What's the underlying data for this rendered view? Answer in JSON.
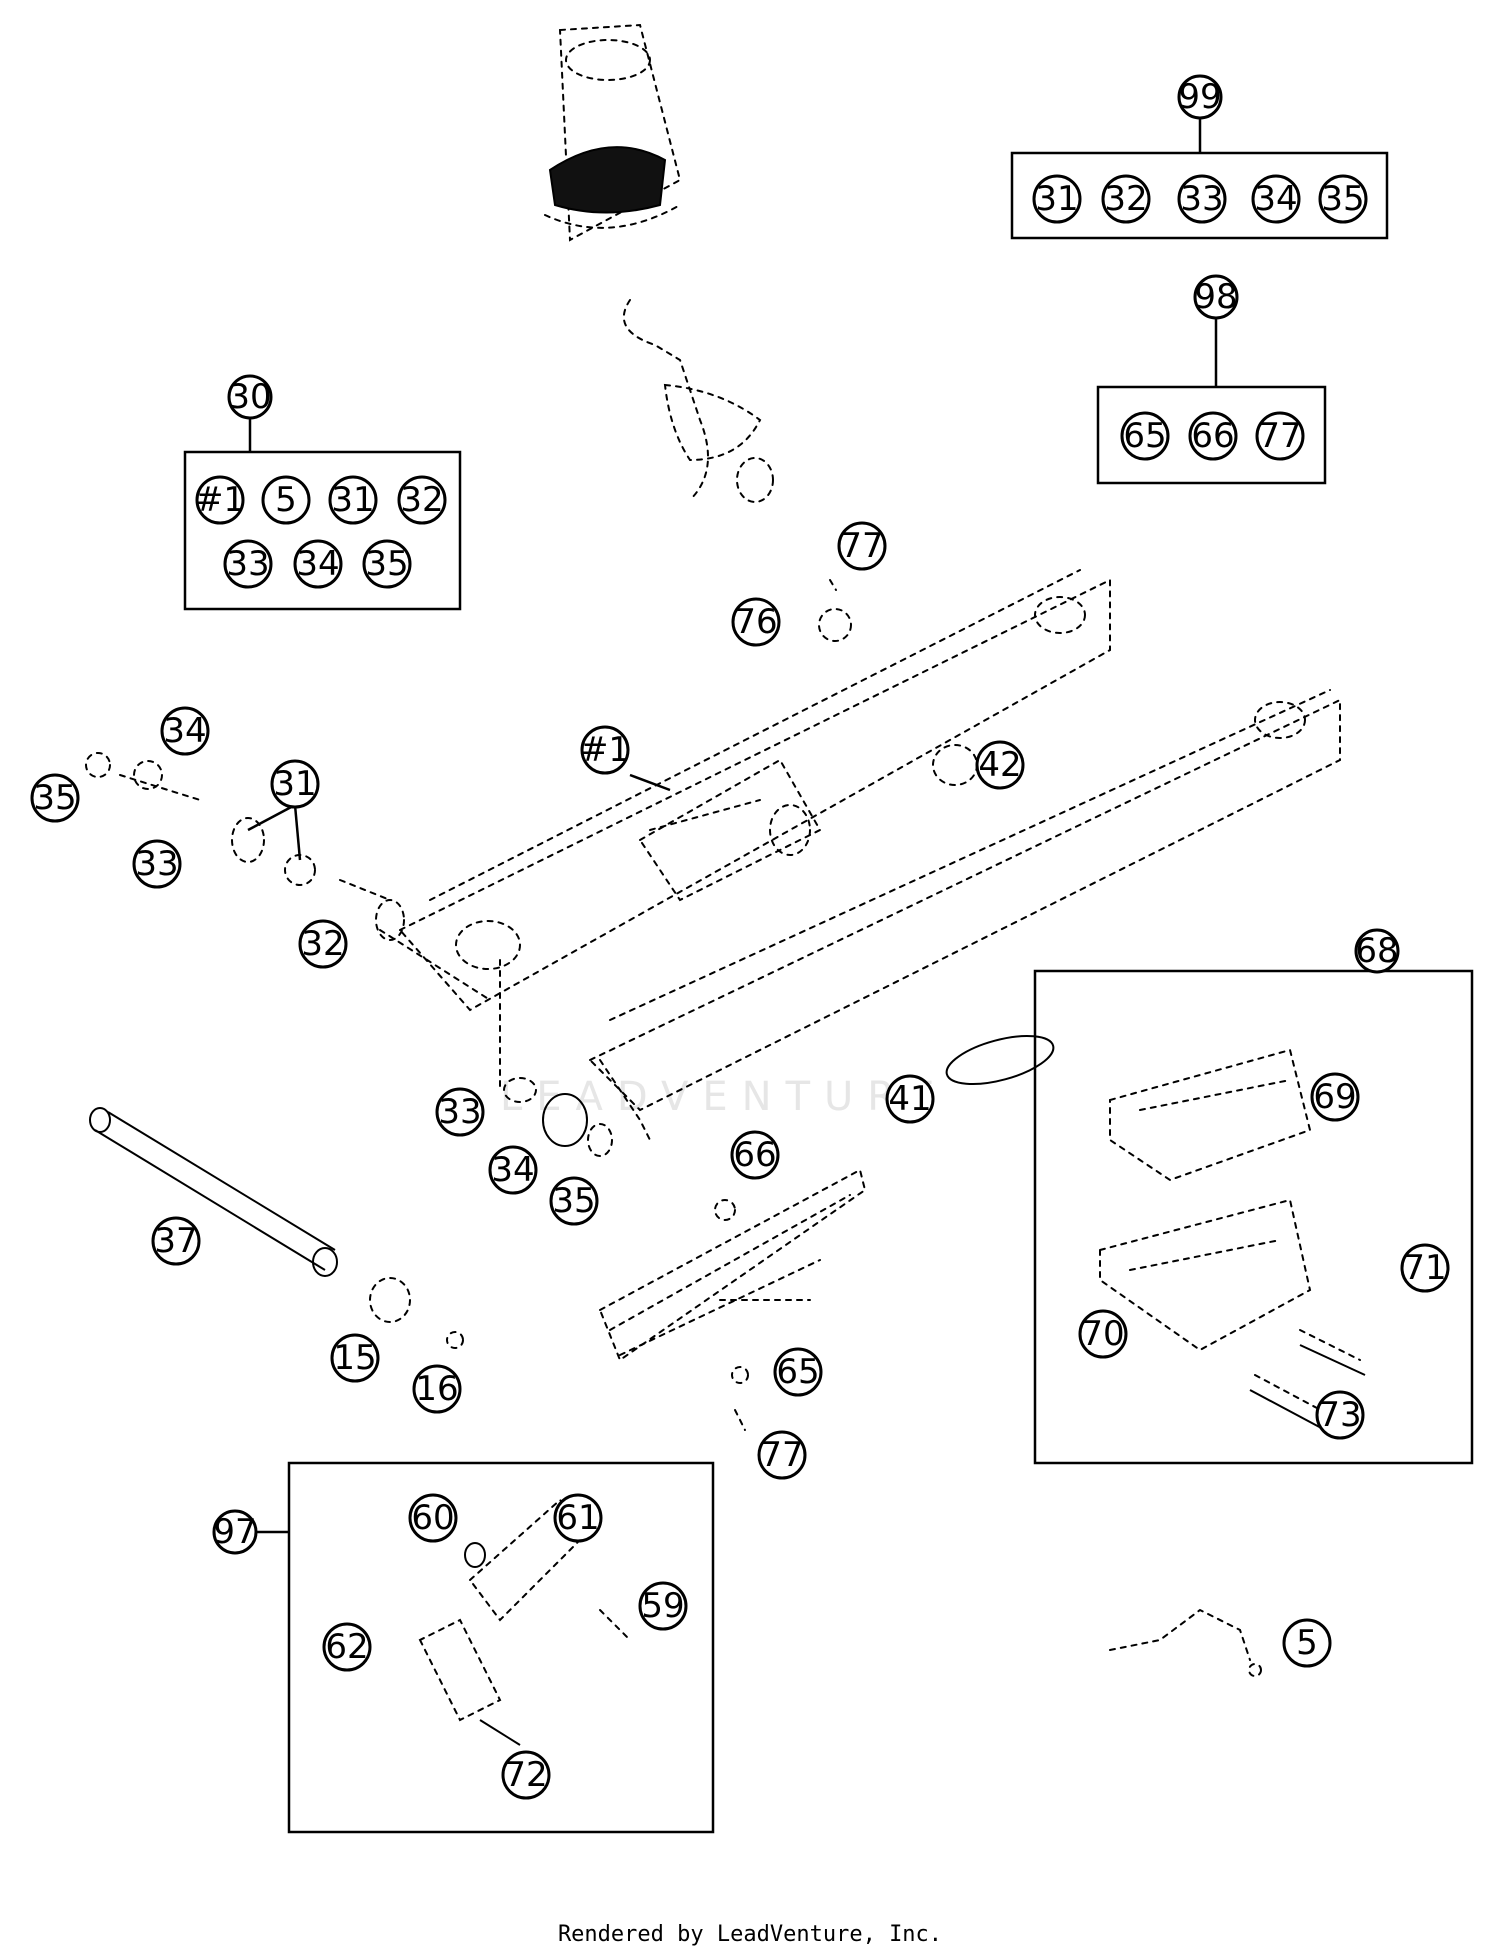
{
  "footer": "Rendered by LeadVenture, Inc.",
  "watermark": "LEADVENTURE",
  "kits": [
    {
      "id": "kit-99",
      "label": "99",
      "items": [
        "31",
        "32",
        "33",
        "34",
        "35"
      ]
    },
    {
      "id": "kit-98",
      "label": "98",
      "items": [
        "65",
        "66",
        "77"
      ]
    },
    {
      "id": "kit-30",
      "label": "30",
      "items": [
        "#1",
        "5",
        "31",
        "32",
        "33",
        "34",
        "35"
      ]
    },
    {
      "id": "kit-68",
      "label": "68",
      "items": [
        "69",
        "70",
        "71",
        "73"
      ]
    },
    {
      "id": "kit-97",
      "label": "97",
      "items": [
        "60",
        "61",
        "59",
        "62",
        "72"
      ]
    }
  ],
  "callouts": [
    "77",
    "76",
    "#1",
    "42",
    "34",
    "35",
    "31",
    "33",
    "32",
    "33",
    "34",
    "35",
    "41",
    "37",
    "15",
    "16",
    "66",
    "65",
    "77",
    "5"
  ]
}
